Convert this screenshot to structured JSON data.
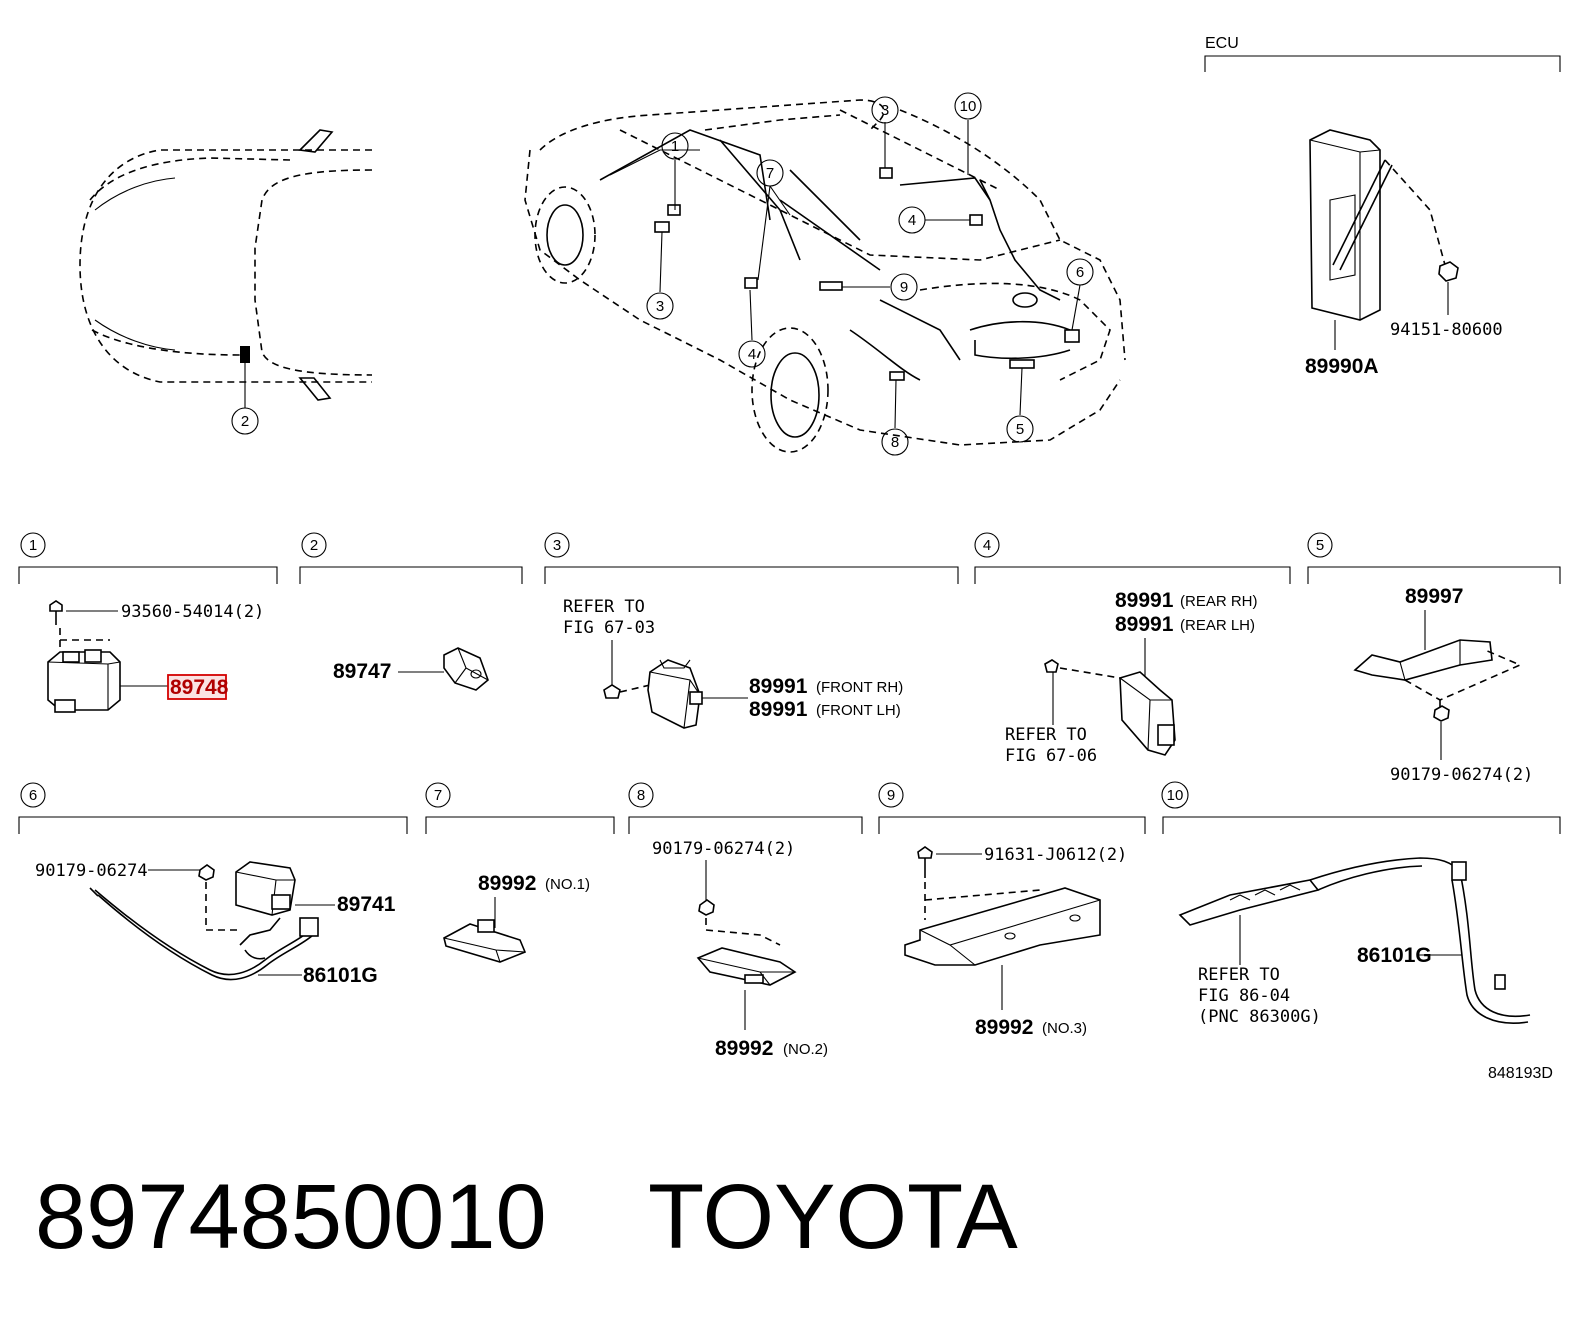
{
  "ecu_label": "ECU",
  "callouts": [
    "1",
    "2",
    "3",
    "4",
    "5",
    "6",
    "7",
    "8",
    "9",
    "10"
  ],
  "top_parts": {
    "ecu_part": "89990A",
    "ecu_nut": "94151-80600"
  },
  "sections": {
    "s1": {
      "num": "1",
      "screw": "93560-54014(2)",
      "part": "89748"
    },
    "s2": {
      "num": "2",
      "part": "89747"
    },
    "s3": {
      "num": "3",
      "refer1": "REFER TO",
      "refer2": "FIG 67-03",
      "part1": "89991",
      "part1_note": "(FRONT RH)",
      "part2": "89991",
      "part2_note": "(FRONT LH)"
    },
    "s4": {
      "num": "4",
      "part1": "89991",
      "part1_note": "(REAR RH)",
      "part2": "89991",
      "part2_note": "(REAR LH)",
      "refer1": "REFER TO",
      "refer2": "FIG 67-06"
    },
    "s5": {
      "num": "5",
      "part": "89997",
      "nut": "90179-06274(2)"
    },
    "s6": {
      "num": "6",
      "nut": "90179-06274",
      "part1": "89741",
      "part2": "86101G"
    },
    "s7": {
      "num": "7",
      "part": "89992",
      "note": "(NO.1)"
    },
    "s8": {
      "num": "8",
      "nut": "90179-06274(2)",
      "part": "89992",
      "note": "(NO.2)"
    },
    "s9": {
      "num": "9",
      "screw": "91631-J0612(2)",
      "part": "89992",
      "note": "(NO.3)"
    },
    "s10": {
      "num": "10",
      "part": "86101G",
      "refer1": "REFER TO",
      "refer2": "FIG 86-04",
      "refer3": "(PNC 86300G)"
    }
  },
  "figure_id": "848193D",
  "footer": {
    "part_number": "8974850010",
    "brand": "TOYOTA"
  }
}
